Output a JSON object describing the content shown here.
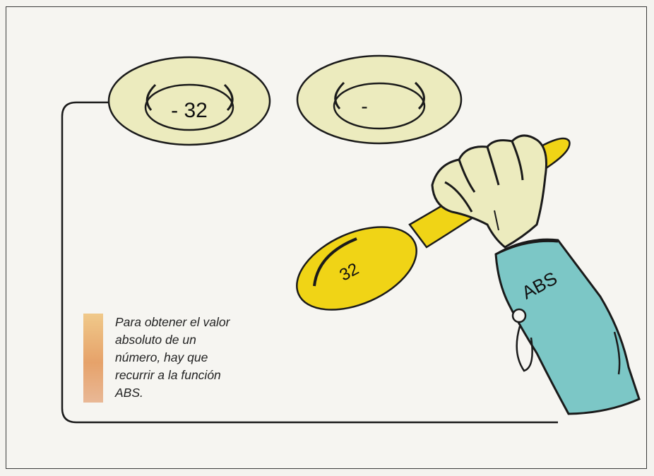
{
  "plates": {
    "left_value": "- 32",
    "right_value": "-"
  },
  "spoon": {
    "value": "32"
  },
  "sleeve": {
    "label": "ABS"
  },
  "caption": {
    "lines": [
      "Para obtener el valor",
      "absoluto de un",
      "número, hay que",
      "recurrir a la función",
      "ABS."
    ]
  },
  "colors": {
    "plate": "#ecebbe",
    "spoon": "#f0d416",
    "sleeve": "#7cc7c6",
    "caption_bar": "#e6a26a"
  }
}
